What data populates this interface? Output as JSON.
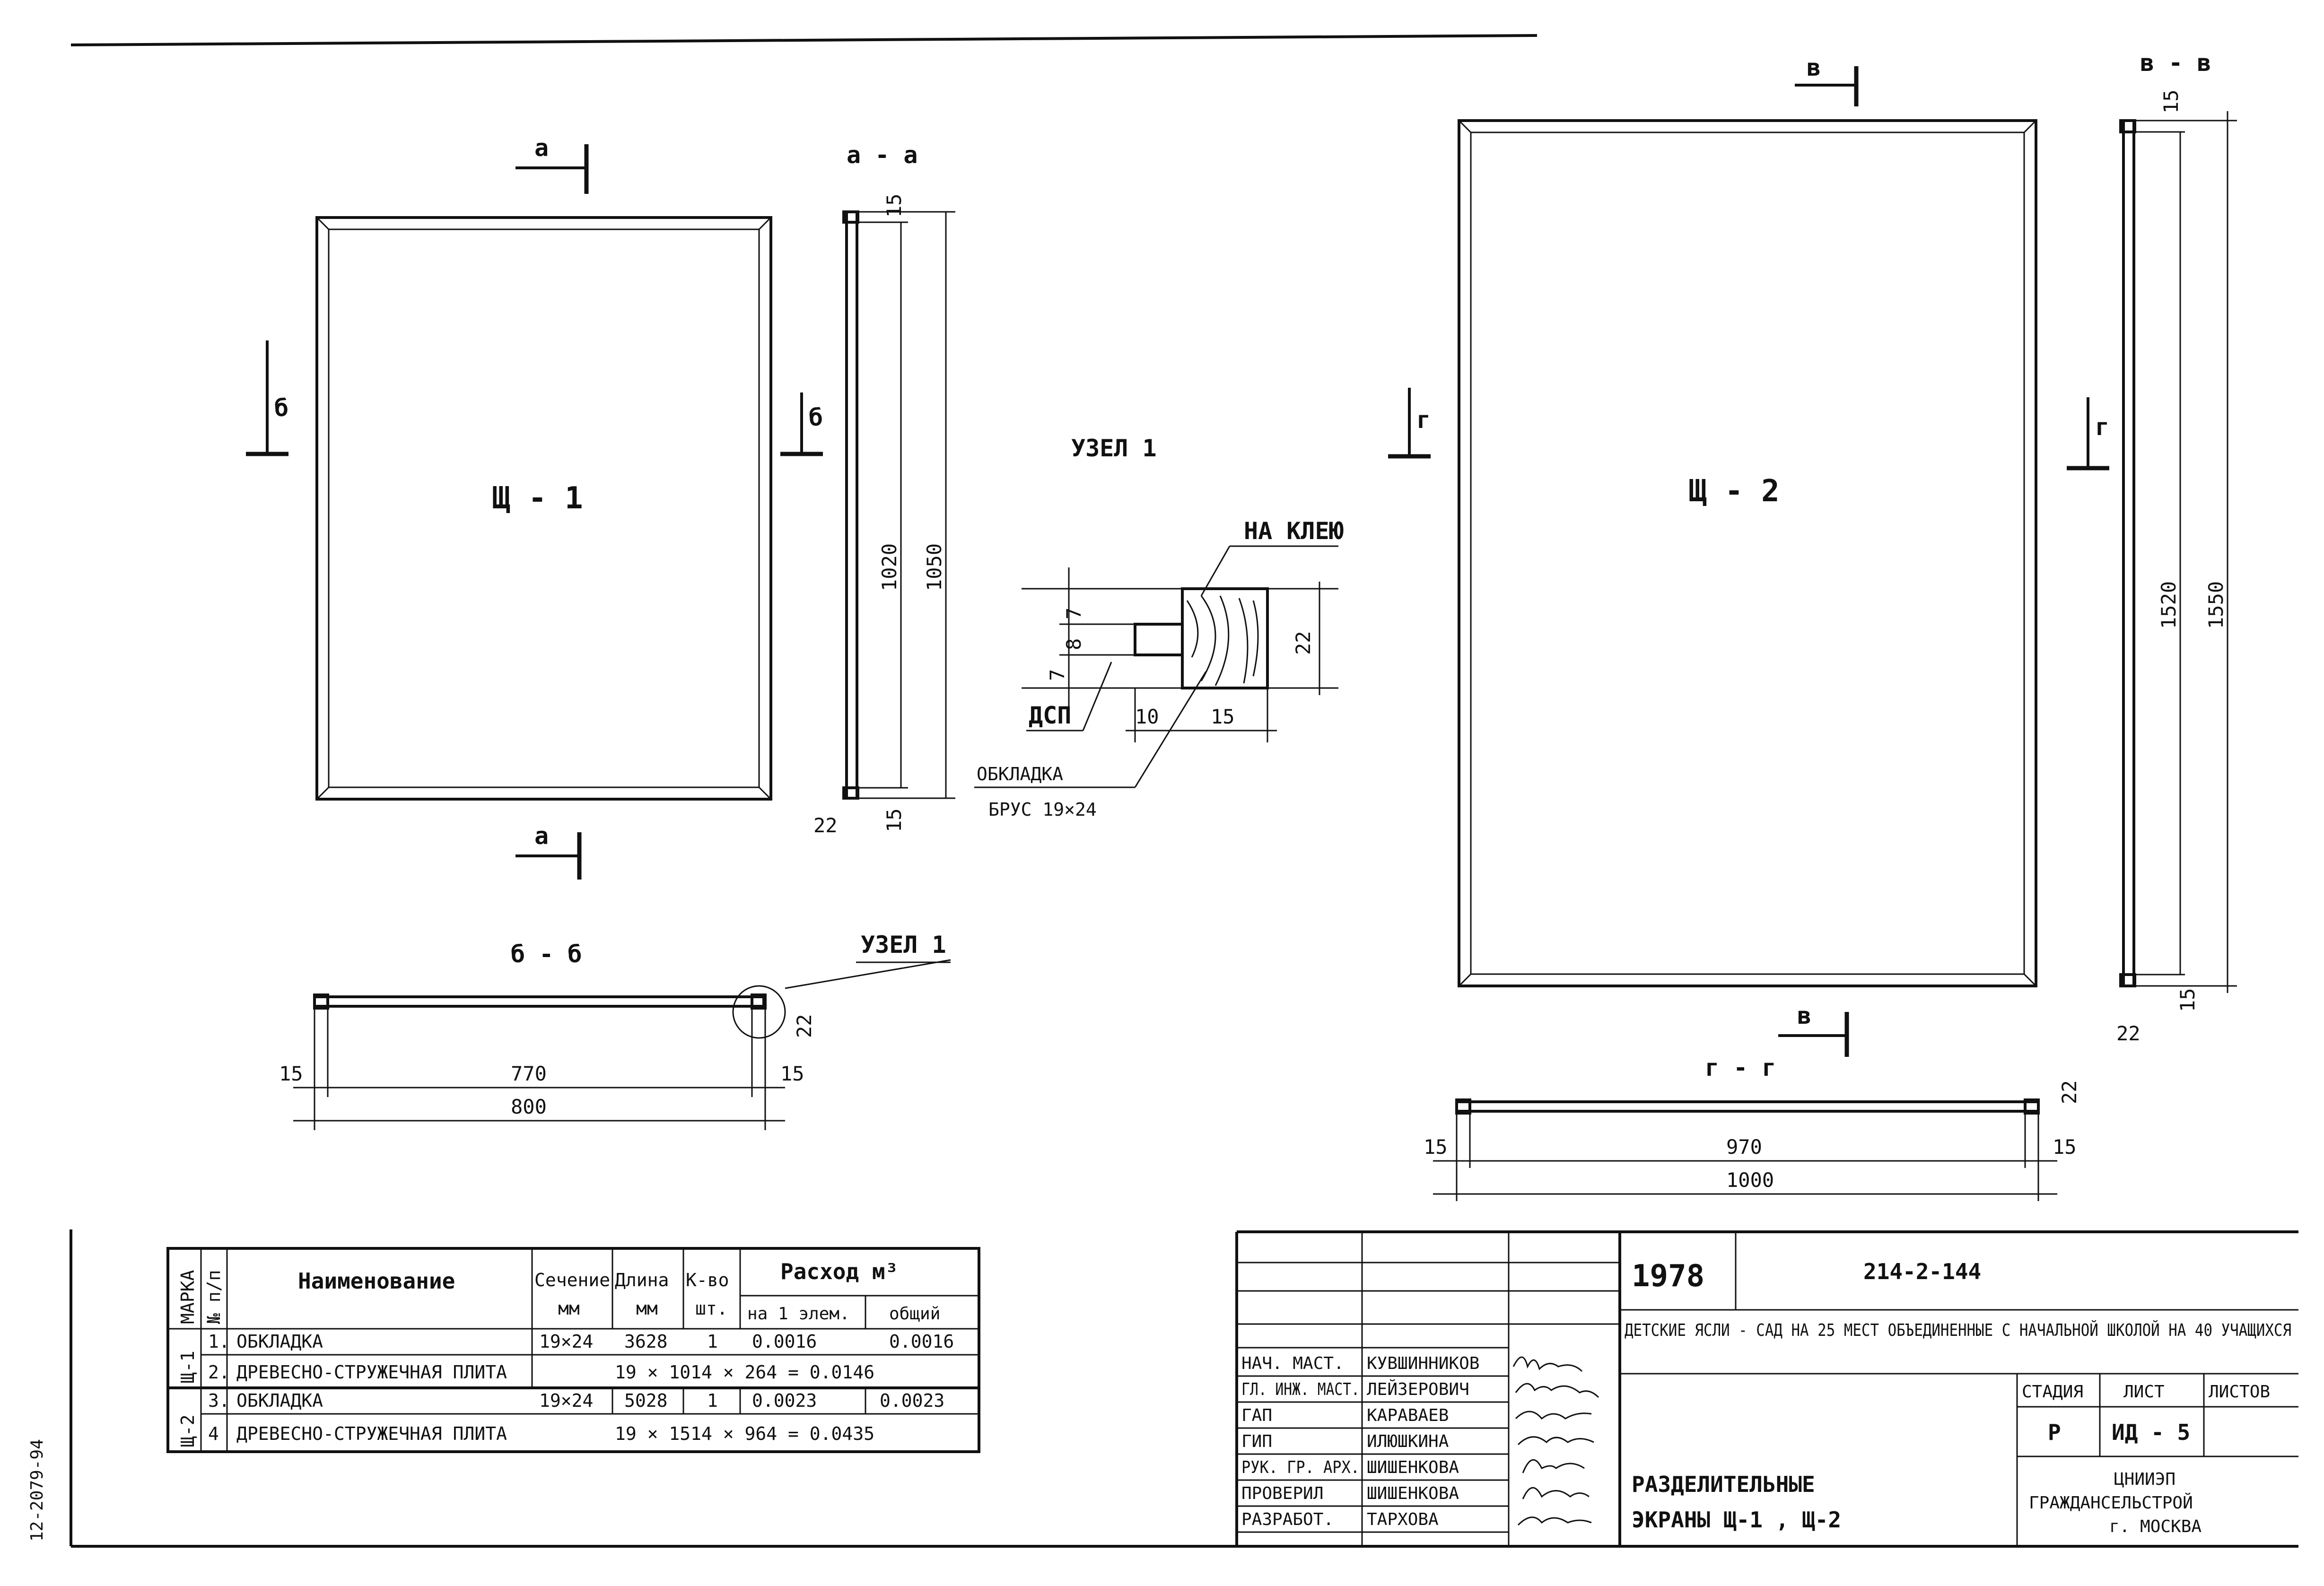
{
  "drawing": {
    "panel1": {
      "mark": "Щ - 1",
      "dim_width": "800",
      "dim_inner_width": "770",
      "dim_height": "1050",
      "dim_inner_height": "1020",
      "dim_frame": "15",
      "dim_thickness": "22"
    },
    "panel2": {
      "mark": "Щ - 2",
      "dim_width": "1000",
      "dim_inner_width": "970",
      "dim_height": "1550",
      "dim_inner_height": "1520",
      "dim_frame": "15",
      "dim_thickness": "22"
    },
    "section_marks": {
      "a": "а",
      "b": "б",
      "v": "в",
      "g": "г"
    },
    "section_titles": {
      "aa": "а - а",
      "bb": "б - б",
      "vv": "в - в",
      "gg": "г - г"
    },
    "node": {
      "title": "УЗЕЛ 1",
      "glue_label": "НА КЛЕЮ",
      "board_label": "ДСП",
      "trim_label": "ОБКЛАДКА",
      "trim_spec": "БРУС 19×24",
      "dims": {
        "d7a": "7",
        "d8": "8",
        "d7b": "7",
        "d22": "22",
        "d10": "10",
        "d15": "15"
      }
    }
  },
  "spec_table": {
    "headers": {
      "mark": "МАРКА",
      "num": "№ п/п",
      "name": "Наименование",
      "section": "Сечение",
      "section_unit": "мм",
      "length": "Длина",
      "length_unit": "мм",
      "qty": "К-во",
      "qty_unit": "шт.",
      "consumption": "Расход м³",
      "per_element": "на 1 элем.",
      "total": "общий"
    },
    "groups": [
      {
        "mark": "Щ-1",
        "rows": [
          {
            "num": "1.",
            "name": "ОБКЛАДКА",
            "section": "19×24",
            "length": "3628",
            "qty": "1",
            "per_element": "0.0016",
            "total": "0.0016"
          },
          {
            "num": "2.",
            "name": "ДРЕВЕСНО-СТРУЖЕЧНАЯ ПЛИТА",
            "formula": "19 × 1014 × 264 = 0.0146"
          }
        ]
      },
      {
        "mark": "Щ-2",
        "rows": [
          {
            "num": "3.",
            "name": "ОБКЛАДКА",
            "section": "19×24",
            "length": "5028",
            "qty": "1",
            "per_element": "0.0023",
            "total": "0.0023"
          },
          {
            "num": "4",
            "name": "ДРЕВЕСНО-СТРУЖЕЧНАЯ ПЛИТА",
            "formula": "19 × 1514 × 964 = 0.0435"
          }
        ]
      }
    ]
  },
  "title_block": {
    "year": "1978",
    "code": "214-2-144",
    "project": "ДЕТСКИЕ ЯСЛИ - САД НА 25 МЕСТ ОБЪЕДИНЕННЫЕ С НАЧАЛЬНОЙ ШКОЛОЙ НА 40 УЧАЩИХСЯ",
    "sheet_title_line1": "РАЗДЕЛИТЕЛЬНЫЕ",
    "sheet_title_line2": "ЭКРАНЫ Щ-1 , Щ-2",
    "stage_label": "СТАДИЯ",
    "sheet_label": "ЛИСТ",
    "sheets_label": "ЛИСТОВ",
    "stage": "Р",
    "sheet": "ИД - 5",
    "org_line1": "ЦНИИЭП",
    "org_line2": "ГРАЖДАНСЕЛЬСТРОЙ",
    "org_line3": "г. МОСКВА",
    "roles": [
      {
        "role": "НАЧ. МАСТ.",
        "name": "КУВШИННИКОВ"
      },
      {
        "role": "ГЛ. ИНЖ. МАСТ.",
        "name": "ЛЕЙЗЕРОВИЧ"
      },
      {
        "role": "ГАП",
        "name": "КАРАВАЕВ"
      },
      {
        "role": "ГИП",
        "name": "ИЛЮШКИНА"
      },
      {
        "role": "РУК. ГР. АРХ.",
        "name": "ШИШЕНКОВА"
      },
      {
        "role": "ПРОВЕРИЛ",
        "name": "ШИШЕНКОВА"
      },
      {
        "role": "РАЗРАБОТ.",
        "name": "ТАРХОВА"
      }
    ]
  },
  "side_stamp": "12-2079-94"
}
